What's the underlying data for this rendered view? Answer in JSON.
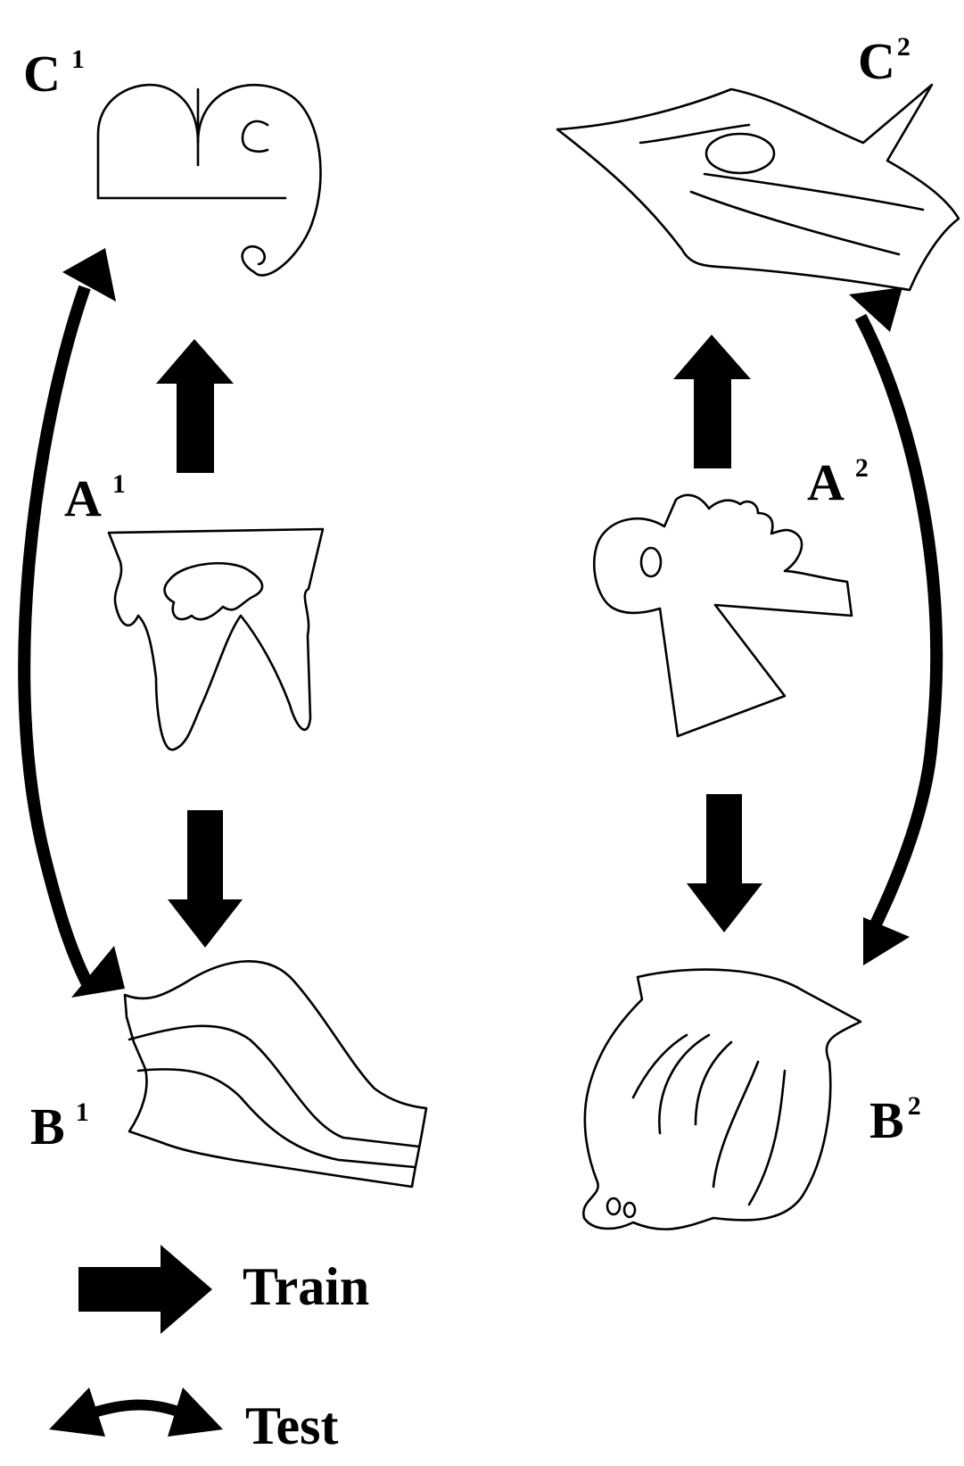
{
  "labels": {
    "c1": {
      "letter": "C",
      "sub": "1"
    },
    "c2": {
      "letter": "C",
      "sub": "2"
    },
    "a1": {
      "letter": "A",
      "sub": "1"
    },
    "a2": {
      "letter": "A",
      "sub": "2"
    },
    "b1": {
      "letter": "B",
      "sub": "1"
    },
    "b2": {
      "letter": "B",
      "sub": "2"
    }
  },
  "legend": {
    "train": "Train",
    "test": "Test"
  },
  "colors": {
    "ink": "#000000",
    "background": "#ffffff"
  }
}
